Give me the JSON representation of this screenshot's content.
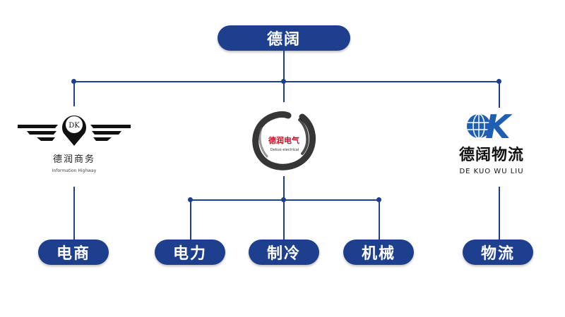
{
  "top": {
    "label": "德阔"
  },
  "logos": {
    "commerce": {
      "emblem_text": "DK",
      "title": "德润商务",
      "subtitle": "Information Highway"
    },
    "electric": {
      "title": "德润电气",
      "subtitle": "Dekuo electrical"
    },
    "logistics": {
      "mark": "K",
      "title": "德阔物流",
      "subtitle": "DE KUO WU LIU"
    }
  },
  "bottom": [
    {
      "label": "电商"
    },
    {
      "label": "电力"
    },
    {
      "label": "制冷"
    },
    {
      "label": "机械"
    },
    {
      "label": "物流"
    }
  ],
  "colors": {
    "primary": "#1d3f8e",
    "logo_blue": "#1f5fb3",
    "background": "#ffffff"
  }
}
